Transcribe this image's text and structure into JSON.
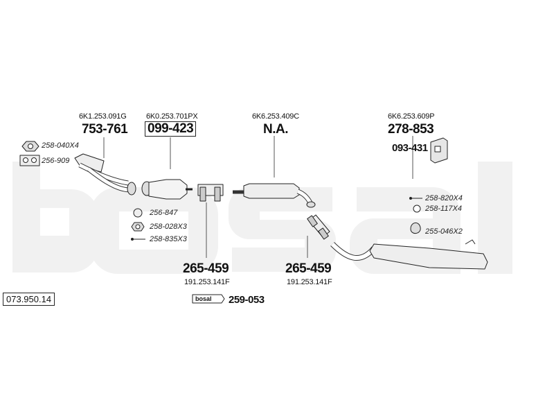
{
  "catalog_number": "073.950.14",
  "watermark": "bosal",
  "components": {
    "manifold_pipe": {
      "oe_code": "6K1.253.091G",
      "part_number": "753-761"
    },
    "catalytic_converter": {
      "oe_code": "6K0.253.701PX",
      "part_number": "099-423"
    },
    "center_silencer": {
      "oe_code": "6K6.253.409C",
      "part_number": "N.A."
    },
    "rear_silencer": {
      "oe_code": "6K6.253.609P",
      "part_number": "278-853"
    },
    "rear_rubber_mount": {
      "part_number": "093-431"
    },
    "clamp_front": {
      "part_number": "265-459",
      "oe_code": "191.253.141F"
    },
    "clamp_middle": {
      "part_number": "265-459",
      "oe_code": "191.253.141F"
    },
    "assembly_paste": {
      "part_number": "259-053",
      "label": "bosal"
    }
  },
  "hardware": {
    "nut_x4": "258-040X4",
    "gasket_manifold": "256-909",
    "gasket_ring": "256-847",
    "nut_x3": "258-028X3",
    "bolt_x3": "258-835X3",
    "bolt_x4": "258-820X4",
    "washer_x4": "258-117X4",
    "rubber_ring_x2": "255-046X2"
  }
}
